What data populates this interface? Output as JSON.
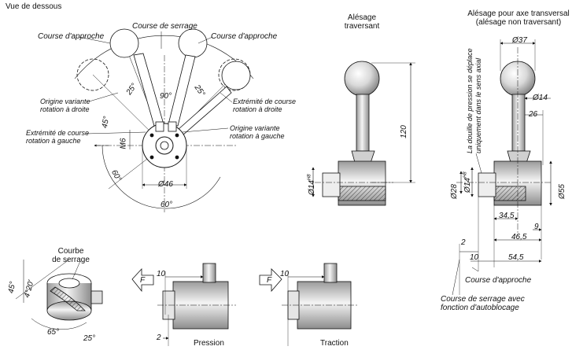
{
  "view_bottom": "Vue de dessous",
  "bottom_labels": {
    "course_serrage": "Course de serrage",
    "course_approche_left": "Course d'approche",
    "course_approche_right": "Course d'approche",
    "origine_droite_l1": "Origine variante",
    "origine_droite_l2": "rotation à droite",
    "extremite_gauche_l1": "Extrémité de course",
    "extremite_gauche_l2": "rotation à gauche",
    "extremite_droite_l1": "Extrémité de course",
    "extremite_droite_l2": "rotation à droite",
    "origine_gauche_l1": "Origine variante",
    "origine_gauche_l2": "rotation à gauche"
  },
  "bottom_dims": {
    "a25_left": "25°",
    "a90": "90°",
    "a25_right": "25°",
    "a45": "45°",
    "m6": "M6",
    "a60_side": "60°",
    "d46": "Ø46",
    "a60_bottom": "60°"
  },
  "alesage": {
    "title_l1": "Alésage",
    "title_l2": "traversant",
    "dim_120": "120",
    "dim_bore": "Ø14",
    "dim_bore_tol": "H8"
  },
  "transverse": {
    "title_l1": "Alésage pour axe transversal",
    "title_l2": "(alésage non traversant)",
    "note_l1": "La douille de pression se déplace",
    "note_l2": "uniquement dans le sens axial",
    "d37": "Ø37",
    "d14": "Ø14",
    "d26": "26",
    "d28": "Ø28",
    "d14h8": "Ø14",
    "d14h8_tol": "H8",
    "d55": "Ø55",
    "d345": "34,5",
    "d9": "9",
    "d465": "46,5",
    "d2": "2",
    "d10": "10",
    "d545": "54,5",
    "course_approche": "Course d'approche",
    "serrage_l1": "Course de serrage avec",
    "serrage_l2": "fonction d'autoblocage"
  },
  "courbe": {
    "title_l1": "Courbe",
    "title_l2": "de serrage",
    "a45": "45°",
    "a4_20": "4°20'",
    "a65": "65°",
    "a25": "25°"
  },
  "pression": {
    "label": "Pression",
    "force": "F",
    "dim_10": "10",
    "dim_2": "2"
  },
  "traction": {
    "label": "Traction",
    "force": "F",
    "dim_10": "10"
  }
}
